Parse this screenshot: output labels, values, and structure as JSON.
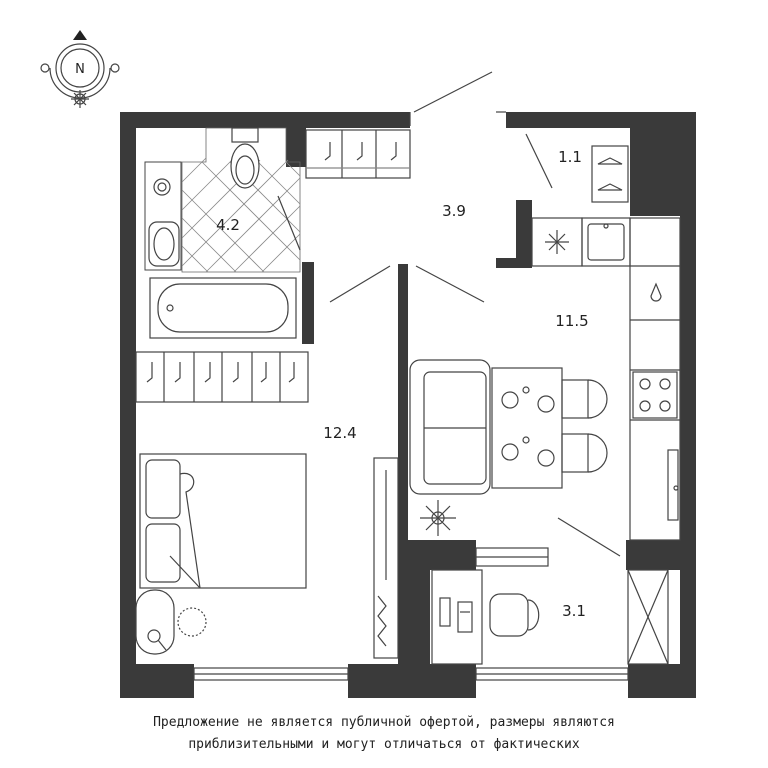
{
  "compass": {
    "north_label": "N"
  },
  "rooms": [
    {
      "id": "bathroom",
      "area": "4.2"
    },
    {
      "id": "hall",
      "area": "3.9"
    },
    {
      "id": "storage",
      "area": "1.1"
    },
    {
      "id": "kitchen",
      "area": "11.5"
    },
    {
      "id": "bedroom",
      "area": "12.4"
    },
    {
      "id": "balcony",
      "area": "3.1"
    }
  ],
  "disclaimer": {
    "line1": "Предложение не является публичной офертой, размеры являются",
    "line2": "приблизительными и могут отличаться от фактических"
  },
  "colors": {
    "wall": "#3a3a3a",
    "line": "#444444",
    "background": "#ffffff"
  }
}
